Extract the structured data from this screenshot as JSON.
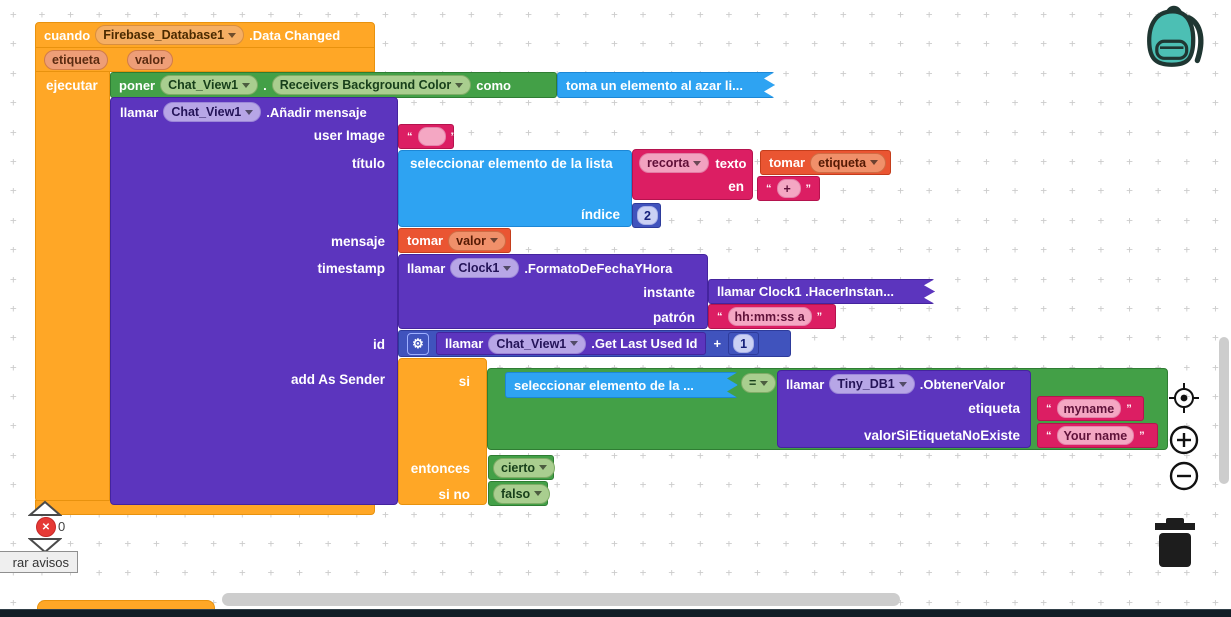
{
  "ui": {
    "quote_open": "“",
    "quote_close": "”",
    "errors_count": "0",
    "warnings_button": "rar avisos",
    "icons": {
      "gear": "⚙",
      "error_x": "✕",
      "backpack": "backpack-icon",
      "trash": "trash-icon",
      "center_target": "center-blocks-icon",
      "zoom_in": "zoom-in-icon",
      "zoom_out": "zoom-out-icon"
    },
    "colors": {
      "event_orange": "#FFA726",
      "setter_green": "#43A047",
      "call_purple": "#5C35BE",
      "list_cyan": "#2EA3F2",
      "text_pink": "#DC1E63",
      "var_orange": "#EA5532",
      "math_indigo": "#4053BD",
      "backpack_teal": "#4CBFB4"
    }
  },
  "blocks": {
    "event": {
      "kw": "cuando",
      "component": "Firebase_Database1",
      "suffix": ".Data Changed",
      "param1": "etiqueta",
      "param2": "valor",
      "do_label": "ejecutar"
    },
    "setter": {
      "kw": "poner",
      "component": "Chat_View1",
      "dot": ".",
      "property": "Receivers Background Color",
      "as_label": "como",
      "value_collapsed": "toma un elemento al azar li..."
    },
    "add_message": {
      "kw": "llamar",
      "component": "Chat_View1",
      "method": ".Añadir mensaje",
      "user_image": {
        "label": "user Image",
        "value": ""
      },
      "titulo": {
        "label": "título",
        "select": "seleccionar elemento de la lista",
        "indice_label": "índice",
        "indice": "2",
        "trim": {
          "op": "recorta",
          "texto": "texto",
          "en": "en",
          "at_text": "+"
        },
        "get_tag": {
          "kw": "tomar",
          "var": "etiqueta"
        }
      },
      "mensaje": {
        "label": "mensaje",
        "kw": "tomar",
        "var": "valor"
      },
      "timestamp": {
        "label": "timestamp",
        "kw": "llamar",
        "component": "Clock1",
        "method": ".FormatoDeFechaYHora",
        "instante_label": "instante",
        "instante_collapsed": "llamar  Clock1 .HacerInstan...",
        "patron_label": "patrón",
        "patron_value": "hh:mm:ss a"
      },
      "id": {
        "label": "id",
        "kw": "llamar",
        "component": "Chat_View1",
        "method": ".Get Last Used Id",
        "op": "+",
        "operand": "1"
      },
      "add_as_sender": {
        "label": "add As Sender",
        "if_label": "si",
        "then_label": "entonces",
        "else_label": "si no",
        "left_collapsed": "seleccionar elemento de la ...",
        "op": "=",
        "right": {
          "kw": "llamar",
          "component": "Tiny_DB1",
          "method": ".ObtenerValor",
          "tag_label": "etiqueta",
          "tag": "myname",
          "default_label": "valorSiEtiquetaNoExiste",
          "default": "Your name"
        },
        "then_value": "cierto",
        "else_value": "falso"
      }
    }
  }
}
